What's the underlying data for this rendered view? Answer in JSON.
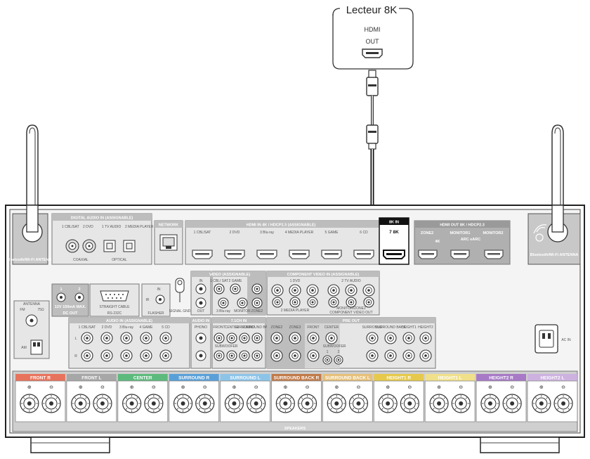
{
  "player": {
    "title": "Lecteur 8K",
    "port_label_1": "HDMI",
    "port_label_2": "OUT"
  },
  "receiver": {
    "left_antenna_label": "Bluetooth/Wi-Fi ANTENNA",
    "right_antenna_label": "Bluetooth/Wi-Fi ANTENNA",
    "digital_audio_in": {
      "title": "DIGITAL AUDIO IN (ASSIGNABLE)",
      "inputs": [
        "1 CBL/SAT",
        "2 DVD",
        "1 TV AUDIO",
        "2 MEDIA PLAYER"
      ],
      "coaxial": "COAXIAL",
      "optical": "OPTICAL"
    },
    "network": "NETWORK",
    "hdmi_in": {
      "title": "HDMI IN  4K / HDCP2.3 (ASSIGNABLE)",
      "ports": [
        "1 CBL/SAT",
        "2 DVD",
        "3 Blu-ray",
        "4 MEDIA PLAYER",
        "5 GAME",
        "6 CD"
      ],
      "eightk_title": "8K IN",
      "eightk_port": "7 8K"
    },
    "hdmi_out": {
      "title": "HDMI OUT  8K / HDCP2.3",
      "ports": [
        "ZONE2",
        "MONITOR1",
        "MONITOR2"
      ],
      "sublabels": [
        "4K",
        "ARC eARC"
      ]
    },
    "dc_out": {
      "title": "DC OUT",
      "ports": [
        "1",
        "2"
      ],
      "note": "12V 150mA MAX."
    },
    "rs232c": {
      "title": "RS-232C",
      "note": "STRAIGHT CABLE"
    },
    "flasher": {
      "title": "FLASHER",
      "ports": [
        "IR",
        "IN"
      ]
    },
    "signal_gnd": "SIGNAL GND",
    "video": {
      "in": "IN",
      "out": "OUT"
    },
    "video_assignable": "VIDEO (ASSIGNABLE)",
    "video_inputs": [
      "1 CBL/ SAT",
      "2 GAME",
      "3 Blu-ray"
    ],
    "monitor": "MONITOR",
    "zone2": "ZONE2",
    "component_video": {
      "title": "COMPONENT VIDEO IN (ASSIGNABLE)",
      "inputs": [
        "1 DVD",
        "2 TV AUDIO",
        "2 MEDIA PLAYER"
      ],
      "out": "COMPONENT VIDEO OUT",
      "monitor_zone2": "MONITOR/ZONE2"
    },
    "antenna": {
      "title": "ANTENNA",
      "fm": "FM",
      "ohm": "75Ω",
      "am": "AM"
    },
    "audio_in": {
      "title": "AUDIO IN (ASSIGNABLE)",
      "inputs": [
        "1 CBL/SAT",
        "2 DVD",
        "3 Blu-ray",
        "4 GAME",
        "5 CD"
      ],
      "phono_title": "AUDIO IN",
      "phono": "PHONO"
    },
    "ch71_in": {
      "title": "7.1CH IN",
      "labels": [
        "FRONT",
        "CENTER",
        "SURROUND",
        "SURROUND BACK"
      ],
      "sub": "SUBWOOFER"
    },
    "pre_out": {
      "title": "PRE OUT",
      "labels": [
        "ZONE2",
        "ZONE3",
        "FRONT",
        "CENTER",
        "SURROUND",
        "SURROUND BACK",
        "HEIGHT1",
        "HEIGHT2"
      ],
      "sub": "SUBWOOFER",
      "sub_ports": [
        "1",
        "2"
      ]
    },
    "ac_in": "AC IN",
    "speakers": {
      "label": "SPEAKERS",
      "groups": [
        {
          "name": "FRONT R",
          "color": "#e8735c"
        },
        {
          "name": "FRONT L",
          "color": "#a7a7a7"
        },
        {
          "name": "CENTER",
          "color": "#5dba7d"
        },
        {
          "name": "SURROUND R",
          "color": "#5aa0d8"
        },
        {
          "name": "SURROUND L",
          "color": "#8cc4e8"
        },
        {
          "name": "SURROUND BACK R",
          "color": "#c07a4a"
        },
        {
          "name": "SURROUND BACK L",
          "color": "#e6c07a"
        },
        {
          "name": "HEIGHT1 R",
          "color": "#e6c94a"
        },
        {
          "name": "HEIGHT1 L",
          "color": "#f0e08a"
        },
        {
          "name": "HEIGHT2 R",
          "color": "#a779c6"
        },
        {
          "name": "HEIGHT2 L",
          "color": "#cdb2e0"
        }
      ]
    }
  }
}
